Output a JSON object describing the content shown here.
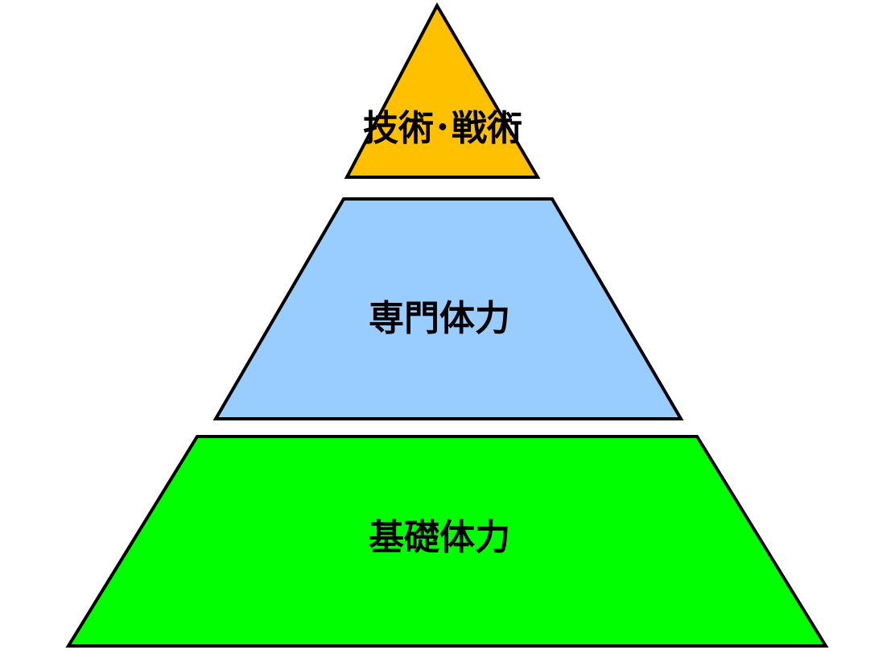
{
  "diagram": {
    "tiers": [
      {
        "label": "技術･戦術",
        "color": "#FFC000"
      },
      {
        "label": "専門体力",
        "color": "#99CCFF"
      },
      {
        "label": "基礎体力",
        "color": "#00FF00"
      }
    ]
  }
}
